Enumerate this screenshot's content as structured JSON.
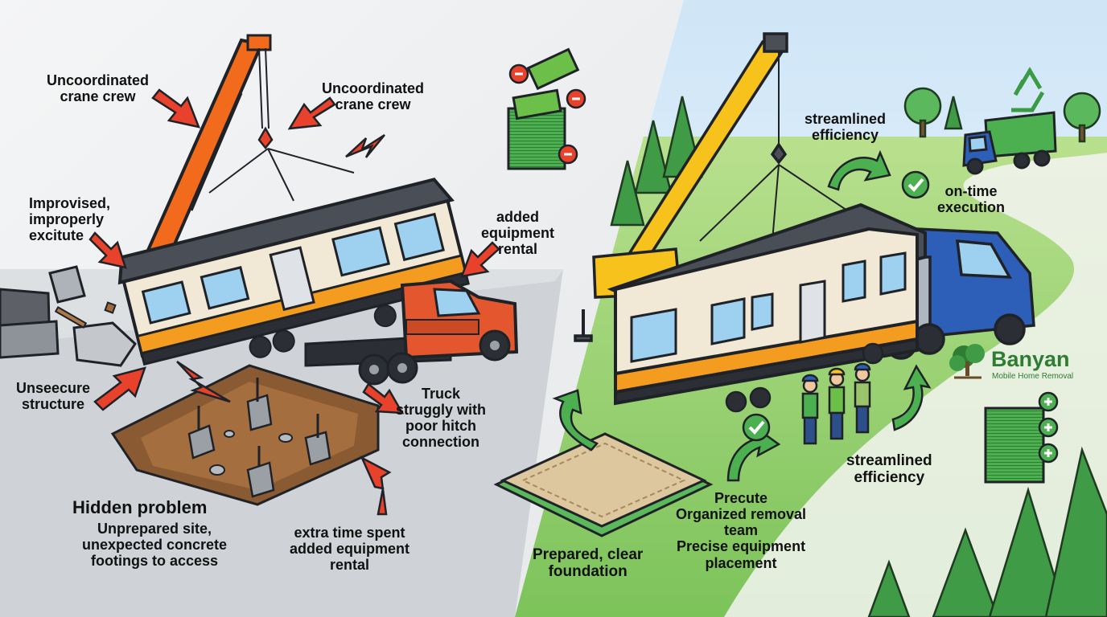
{
  "left_panel": {
    "labels": {
      "crew_a": [
        "Uncoordinated",
        "crane crew"
      ],
      "crew_b": [
        "Uncoordinated",
        "crane crew"
      ],
      "improvised": [
        "Improvised,",
        "improperly",
        "excitute"
      ],
      "equipment": [
        "added",
        "equipment",
        "rental"
      ],
      "unsecure": [
        "Unseecure",
        "structure"
      ],
      "truck": [
        "Truck",
        "struggly with",
        "poor hitch",
        "connection"
      ],
      "hidden_title": "Hidden problem",
      "hidden_body": [
        "Unprepared site,",
        "unexpected concrete",
        "footings to access"
      ],
      "extra_time": [
        "extra time spent",
        "added equipment",
        "rental"
      ]
    }
  },
  "right_panel": {
    "labels": {
      "streamlined_top": [
        "streamlined",
        "efficiency"
      ],
      "on_time": [
        "on-time",
        "execution"
      ],
      "streamlined_bottom": [
        "streamlined",
        "efficiency"
      ],
      "foundation": [
        "Prepared, clear",
        "foundation"
      ],
      "team": [
        "Precute",
        "Organized removal",
        "team",
        "Precise equipment",
        "placement"
      ]
    },
    "logo": {
      "name": "Banyan",
      "subtitle": "Mobile Home Removal"
    }
  },
  "colors": {
    "alert_red": "#e8412c",
    "success_green": "#4caf50",
    "brand_green": "#2e7d32",
    "crane_orange": "#f26a1b",
    "crane_yellow": "#f7c21b",
    "truck_orange": "#e4572e",
    "truck_blue": "#2d5fb8",
    "home_stripe": "#f39c1f"
  }
}
